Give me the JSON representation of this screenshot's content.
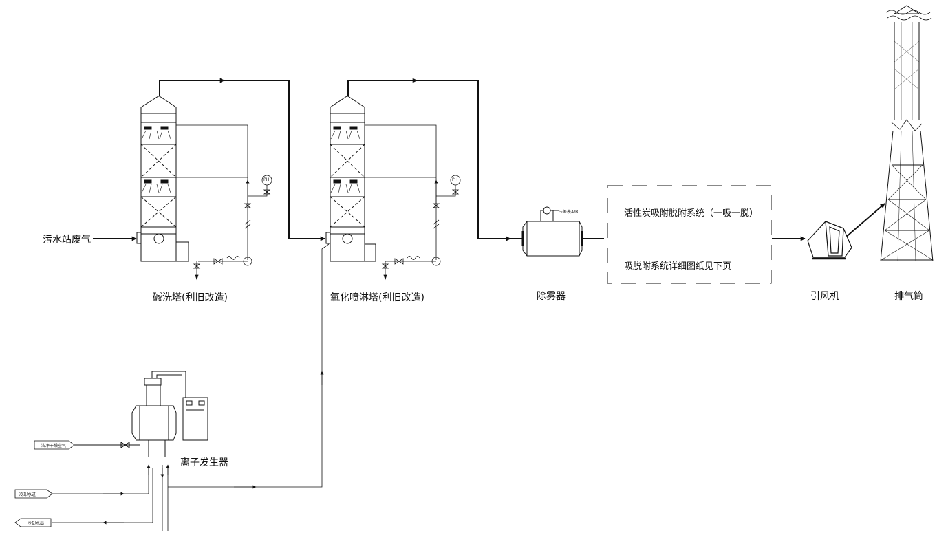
{
  "labels": {
    "waste_gas": "污水站废气",
    "alkali_tower": "碱洗塔(利旧改造)",
    "oxidation_tower": "氧化喷淋塔(利旧改造)",
    "demister": "除雾器",
    "carbon_system": "活性炭吸附脱附系统（一吸一脱）",
    "carbon_note": "吸脱附系统详细图纸见下页",
    "fan": "引风机",
    "stack": "排气筒",
    "ion_generator": "离子发生器",
    "clean_air": "洁净干燥空气",
    "cooling_in": "冷却水进",
    "cooling_out": "冷却水出",
    "demister_tag": "压差表A/B",
    "gauge_tag": "PH"
  },
  "colors": {
    "line": "#111111",
    "background": "#ffffff"
  }
}
